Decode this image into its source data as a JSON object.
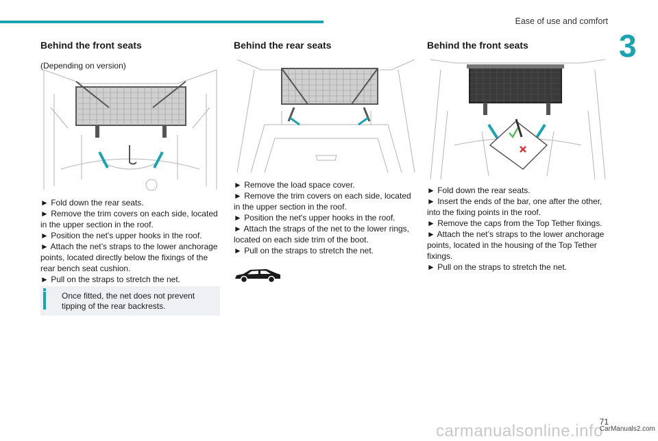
{
  "header": {
    "section_title": "Ease of use and comfort",
    "chapter": "3"
  },
  "columns": [
    {
      "title": "Behind the front seats",
      "subtitle": "(Depending on version)",
      "steps": [
        "► Fold down the rear seats.",
        "► Remove the trim covers on each side, located in the upper section in the roof.",
        "► Position the net's upper hooks in the roof.",
        "► Attach the net’s straps to the lower anchorage points, located directly below the fixings of the rear bench seat cushion.",
        "► Pull on the straps to stretch the net."
      ],
      "info_note": "Once fitted, the net does not prevent tipping of the rear backrests."
    },
    {
      "title": "Behind the rear seats",
      "steps": [
        "► Remove the load space cover.",
        "► Remove the trim covers on each side, located in the upper section in the roof.",
        "► Position the net's upper hooks in the roof.",
        "► Attach the straps of the net to the lower rings, located on each side trim of the boot.",
        "► Pull on the straps to stretch the net."
      ]
    },
    {
      "title": "Behind the front seats",
      "steps": [
        "► Fold down the rear seats.",
        "► Insert the ends of the bar, one after the other, into the fixing points in the roof.",
        "► Remove the caps from the Top Tether fixings.",
        "► Attach the net’s straps to the lower anchorage points, located in the housing of the Top Tether fixings.",
        "► Pull on the straps to stretch the net."
      ]
    }
  ],
  "footer": {
    "page_number": "71",
    "url": "CarManuals2.com",
    "watermark": "carmanualsonline.info"
  },
  "colors": {
    "accent": "#1aa3b0",
    "info_bg": "#eef0f3"
  }
}
